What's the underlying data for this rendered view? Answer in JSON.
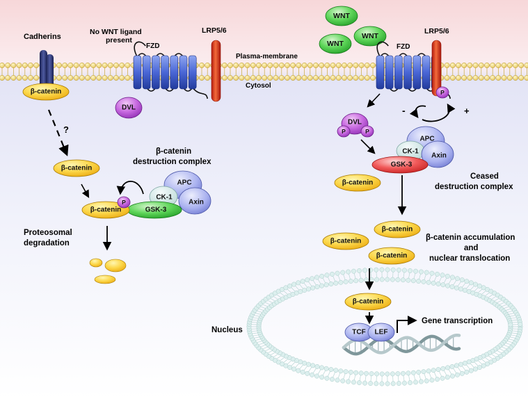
{
  "labels": {
    "cadherins": "Cadherins",
    "no_wnt_line1": "No WNT ligand",
    "no_wnt_line2": "present",
    "fzd_left": "FZD",
    "lrp_left": "LRP5/6",
    "plasma_membrane": "Plasma-membrane",
    "cytosol": "Cytosol",
    "fzd_right": "FZD",
    "lrp_right": "LRP5/6",
    "question": "?",
    "destruction_line1": "β-catenin",
    "destruction_line2": "destruction complex",
    "proteosomal_line1": "Proteosomal",
    "proteosomal_line2": "degradation",
    "ceased_line1": "Ceased",
    "ceased_line2": "destruction complex",
    "accum_line1": "β-catenin accumulation",
    "accum_line2": "and",
    "accum_line3": "nuclear translocation",
    "nucleus": "Nucleus",
    "gene_transcription": "Gene transcription",
    "minus": "-",
    "plus": "+"
  },
  "molecules": {
    "wnt": "WNT",
    "beta_catenin": "β-catenin",
    "dvl": "DVL",
    "p": "P",
    "apc": "APC",
    "axin": "Axin",
    "ck1": "CK-1",
    "gsk3": "GSK-3",
    "tcf": "TCF",
    "lef": "LEF"
  }
}
